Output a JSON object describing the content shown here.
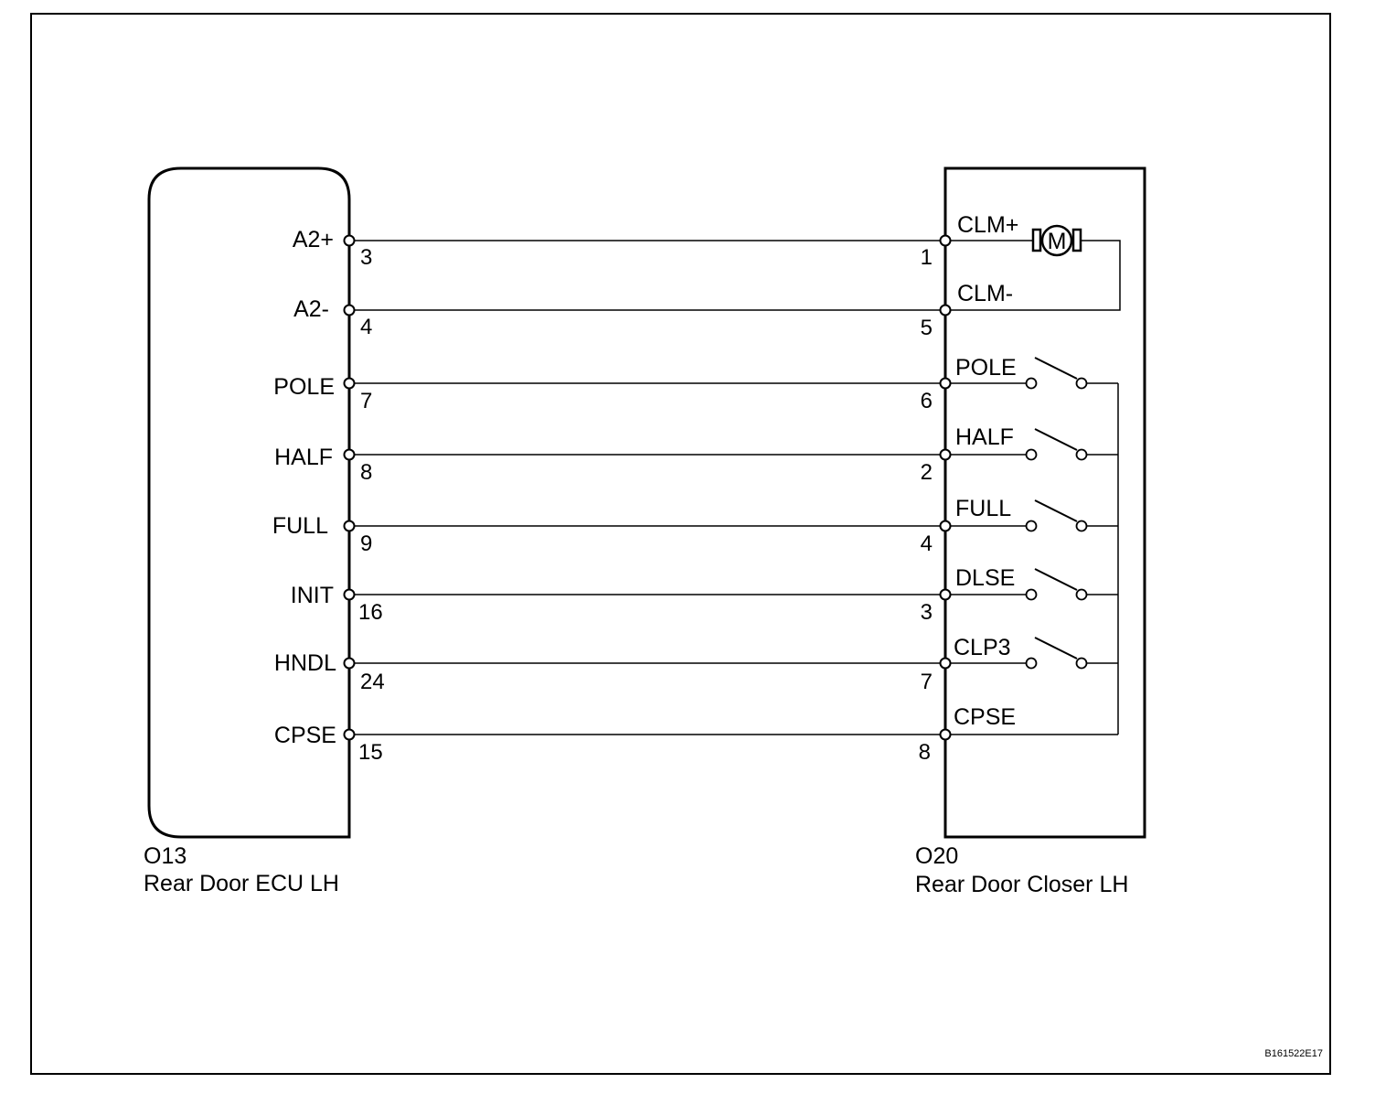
{
  "ecu": {
    "code": "O13",
    "name": "Rear Door ECU LH",
    "terminals": [
      {
        "label": "A2+",
        "pin": "3"
      },
      {
        "label": "A2-",
        "pin": "4"
      },
      {
        "label": "POLE",
        "pin": "7"
      },
      {
        "label": "HALF",
        "pin": "8"
      },
      {
        "label": "FULL",
        "pin": "9"
      },
      {
        "label": "INIT",
        "pin": "16"
      },
      {
        "label": "HNDL",
        "pin": "24"
      },
      {
        "label": "CPSE",
        "pin": "15"
      }
    ]
  },
  "closer": {
    "code": "O20",
    "name": "Rear Door Closer LH",
    "terminals": [
      {
        "label": "CLM+",
        "pin": "1"
      },
      {
        "label": "CLM-",
        "pin": "5"
      },
      {
        "label": "POLE",
        "pin": "6"
      },
      {
        "label": "HALF",
        "pin": "2"
      },
      {
        "label": "FULL",
        "pin": "4"
      },
      {
        "label": "DLSE",
        "pin": "3"
      },
      {
        "label": "CLP3",
        "pin": "7"
      },
      {
        "label": "CPSE",
        "pin": "8"
      }
    ],
    "motor_symbol": "M"
  },
  "figure_code": "B161522E17"
}
